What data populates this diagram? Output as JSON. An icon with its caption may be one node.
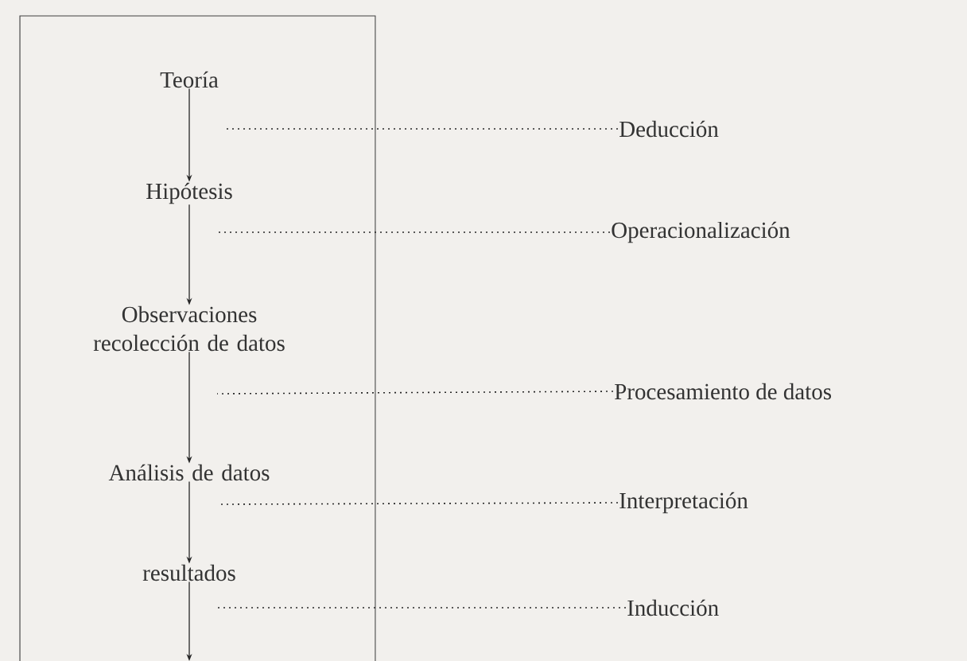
{
  "diagram": {
    "nodes": [
      {
        "text": [],
        "shape": "box"
      },
      {
        "text": [
          "Teoría"
        ],
        "in": 0
      },
      {
        "text": [
          "Hipótesis"
        ],
        "in": 0
      },
      {
        "text": [
          "Observaciones recolección de datos"
        ],
        "in": 0
      },
      {
        "text": [
          "Análisis de datos"
        ],
        "in": 0
      },
      {
        "text": [
          "resultados"
        ],
        "in": 0
      },
      {
        "text": [
          "Deducción"
        ]
      },
      {
        "text": [
          "Operacionalización"
        ]
      },
      {
        "text": [
          "Procesamiento de datos"
        ]
      },
      {
        "text": [
          "Interpretación"
        ]
      },
      {
        "text": [
          "Inducción"
        ]
      }
    ],
    "edges": [
      {
        "from": 1,
        "to": 2,
        "arrow": "to"
      },
      {
        "from": 2,
        "to": 3,
        "arrow": "to"
      },
      {
        "from": 3,
        "to": 4,
        "arrow": "to"
      },
      {
        "from": 4,
        "to": 5,
        "arrow": "to"
      },
      {
        "from": 5,
        "to": null,
        "arrow": "to"
      },
      {
        "from": 6,
        "to": null,
        "arrow": "none",
        "style": "dashed"
      },
      {
        "from": 7,
        "to": null,
        "arrow": "none",
        "style": "dashed"
      },
      {
        "from": 8,
        "to": null,
        "arrow": "none",
        "style": "dashed"
      },
      {
        "from": 9,
        "to": null,
        "arrow": "none",
        "style": "dashed"
      },
      {
        "from": 10,
        "to": null,
        "arrow": "none",
        "style": "dashed"
      }
    ]
  }
}
